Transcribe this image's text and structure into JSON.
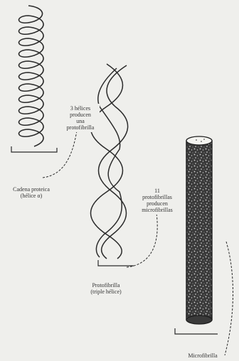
{
  "labels": {
    "cadena": [
      "Cadena proteica",
      "(hélice α)"
    ],
    "tres_helices": [
      "3 hélices",
      "producen",
      "una",
      "protofibrilla"
    ],
    "protofibrilla": [
      "Protofibrilla",
      "(triple hélice)"
    ],
    "once_protofibrillas": [
      "11",
      "protofibrillas",
      "producen",
      "microfibrillas"
    ],
    "microfibrilla": [
      "Microfibrilla"
    ]
  },
  "colors": {
    "ink": "#2b2b2b",
    "paper": "#efefec",
    "rod_dark": "#3a3a3a",
    "rod_speckle": "#d9d9d9"
  }
}
